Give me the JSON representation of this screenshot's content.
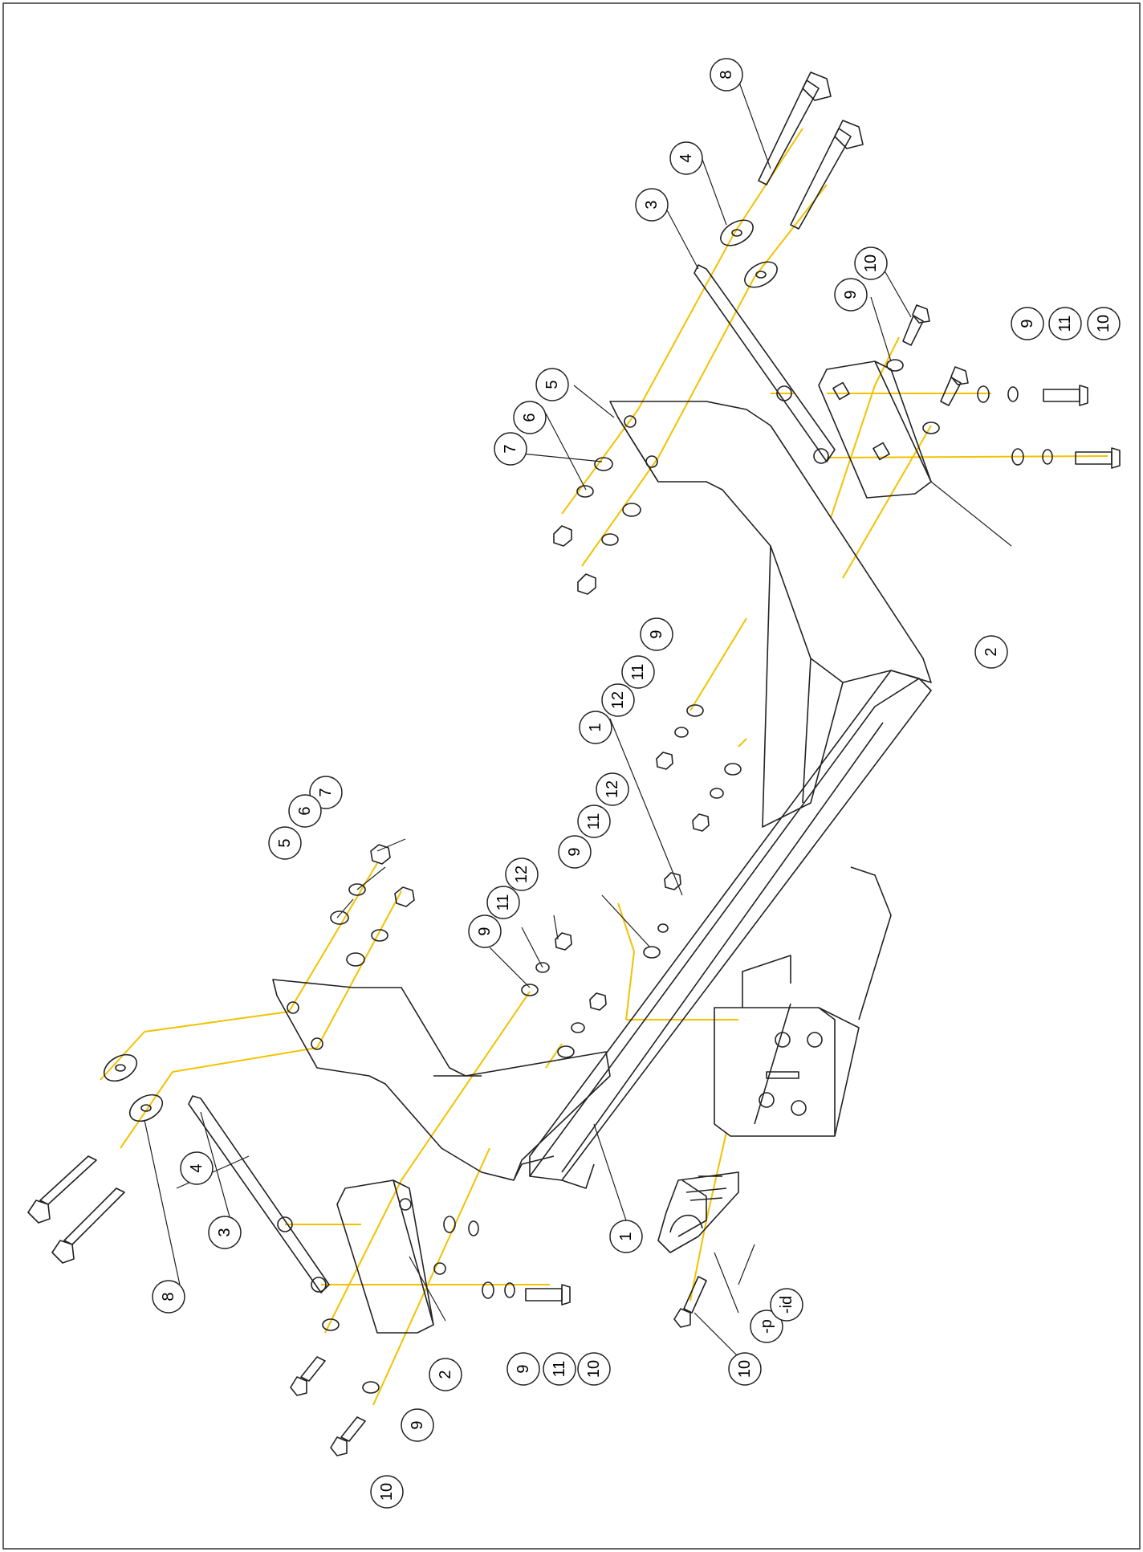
{
  "drawing": {
    "colors": {
      "line": "#222222",
      "leader": "#f2c200",
      "background": "#ffffff"
    },
    "callouts": [
      {
        "id": "c-8-right",
        "label": "8"
      },
      {
        "id": "c-4-right",
        "label": "4"
      },
      {
        "id": "c-3-right",
        "label": "3"
      },
      {
        "id": "c-10-right-a",
        "label": "10"
      },
      {
        "id": "c-9-right-a",
        "label": "9"
      },
      {
        "id": "c-9-right-b",
        "label": "9"
      },
      {
        "id": "c-11-right-b",
        "label": "11"
      },
      {
        "id": "c-10-right-b",
        "label": "10"
      },
      {
        "id": "c-5-right",
        "label": "5"
      },
      {
        "id": "c-6-right",
        "label": "6"
      },
      {
        "id": "c-7-right",
        "label": "7"
      },
      {
        "id": "c-2-right",
        "label": "2"
      },
      {
        "id": "c-9-mid-a",
        "label": "9"
      },
      {
        "id": "c-11-mid-a",
        "label": "11"
      },
      {
        "id": "c-12-mid-a",
        "label": "12"
      },
      {
        "id": "c-1-upper",
        "label": "1"
      },
      {
        "id": "c-12-mid-b",
        "label": "12"
      },
      {
        "id": "c-11-mid-b",
        "label": "11"
      },
      {
        "id": "c-9-mid-b",
        "label": "9"
      },
      {
        "id": "c-7-left",
        "label": "7"
      },
      {
        "id": "c-6-left",
        "label": "6"
      },
      {
        "id": "c-5-left",
        "label": "5"
      },
      {
        "id": "c-12-left",
        "label": "12"
      },
      {
        "id": "c-11-left",
        "label": "11"
      },
      {
        "id": "c-9-left",
        "label": "9"
      },
      {
        "id": "c-4-left",
        "label": "4"
      },
      {
        "id": "c-8-left",
        "label": "8"
      },
      {
        "id": "c-3-left",
        "label": "3"
      },
      {
        "id": "c-1-lower",
        "label": "1"
      },
      {
        "id": "c-2-left",
        "label": "2"
      },
      {
        "id": "c-9-left-b",
        "label": "9"
      },
      {
        "id": "c-11-left-b",
        "label": "11"
      },
      {
        "id": "c-10-left-b",
        "label": "10"
      },
      {
        "id": "c-9-left-c",
        "label": "9"
      },
      {
        "id": "c-10-left-c",
        "label": "10"
      },
      {
        "id": "c-10-ball",
        "label": "10"
      },
      {
        "id": "c-p",
        "label": "-p"
      },
      {
        "id": "c-id",
        "label": "-id"
      }
    ]
  }
}
